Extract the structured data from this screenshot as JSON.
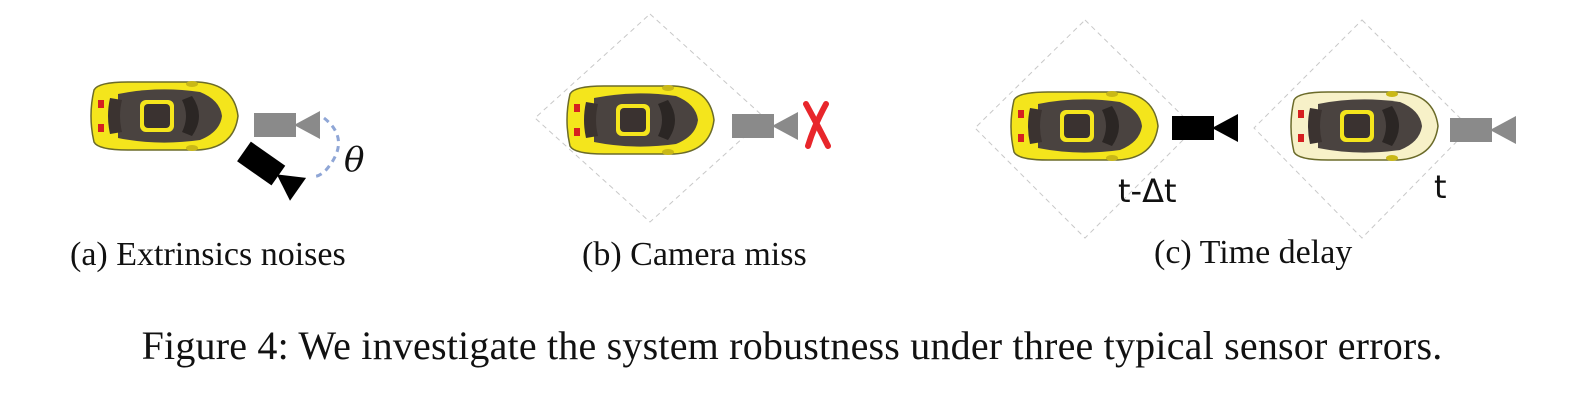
{
  "figure": {
    "subfigures": [
      {
        "label": "(a) Extrinsics noises",
        "annotation": "θ"
      },
      {
        "label": "(b) Camera miss"
      },
      {
        "label": "(c) Time delay",
        "annotations": [
          "t-Δt",
          "t"
        ]
      }
    ],
    "caption": "Figure 4: We investigate the system robustness under three typical sensor errors.",
    "colors": {
      "car_yellow": "#f4e51c",
      "car_pale": "#f7f1c8",
      "camera_gray": "#8a8a8a",
      "camera_black": "#000000",
      "miss_red": "#e8262b",
      "noise_arc": "#8fa6d6"
    },
    "icons": [
      "car-icon",
      "camera-icon",
      "red-x-icon",
      "dashed-arc-icon"
    ]
  }
}
